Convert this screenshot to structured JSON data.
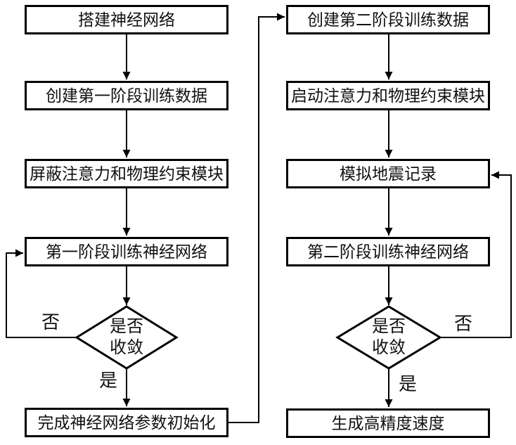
{
  "colors": {
    "line": "#000000",
    "box_border": "#000000",
    "background": "#ffffff",
    "text": "#111111"
  },
  "flowchart": {
    "stage1": {
      "steps": [
        "搭建神经网络",
        "创建第一阶段训练数据",
        "屏蔽注意力和物理约束模块",
        "第一阶段训练神经网络",
        "完成神经网络参数初始化"
      ],
      "decision": "是否\n收敛",
      "decision_no": "否",
      "decision_yes": "是"
    },
    "stage2": {
      "steps": [
        "创建第二阶段训练数据",
        "启动注意力和物理约束模块",
        "模拟地震记录",
        "第二阶段训练神经网络",
        "生成高精度速度"
      ],
      "decision": "是否\n收敛",
      "decision_no": "否",
      "decision_yes": "是"
    }
  }
}
